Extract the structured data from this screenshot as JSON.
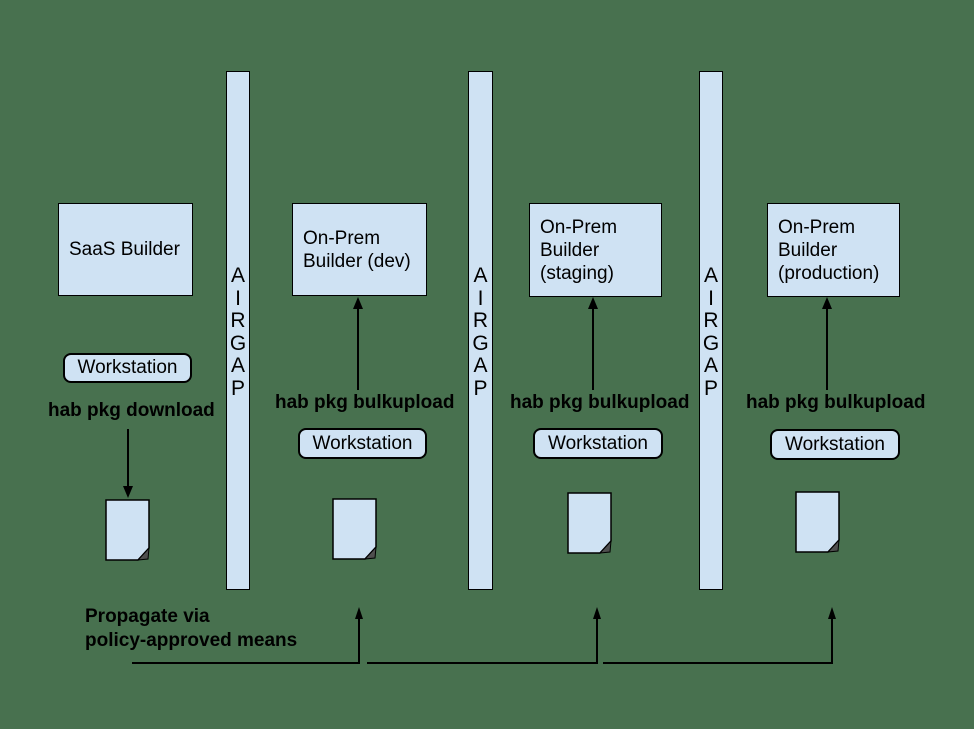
{
  "colors": {
    "background": "#48714f",
    "shape_fill": "#cfe2f3",
    "stroke": "#000000",
    "fold_fill": "#4f4f4f",
    "text": "#000000"
  },
  "saas_column": {
    "builder_label": "SaaS Builder",
    "workstation_label": "Workstation",
    "action_label": "hab pkg download"
  },
  "airgap_label": "AIRGAP",
  "onprem_columns": [
    {
      "builder_label": "On-Prem\nBuilder (dev)",
      "workstation_label": "Workstation",
      "action_label": "hab pkg bulkupload"
    },
    {
      "builder_label": "On-Prem\nBuilder\n(staging)",
      "workstation_label": "Workstation",
      "action_label": "hab pkg bulkupload"
    },
    {
      "builder_label": "On-Prem\nBuilder\n(production)",
      "workstation_label": "Workstation",
      "action_label": "hab pkg bulkupload"
    }
  ],
  "propagate_note": "Propagate via\npolicy-approved means"
}
